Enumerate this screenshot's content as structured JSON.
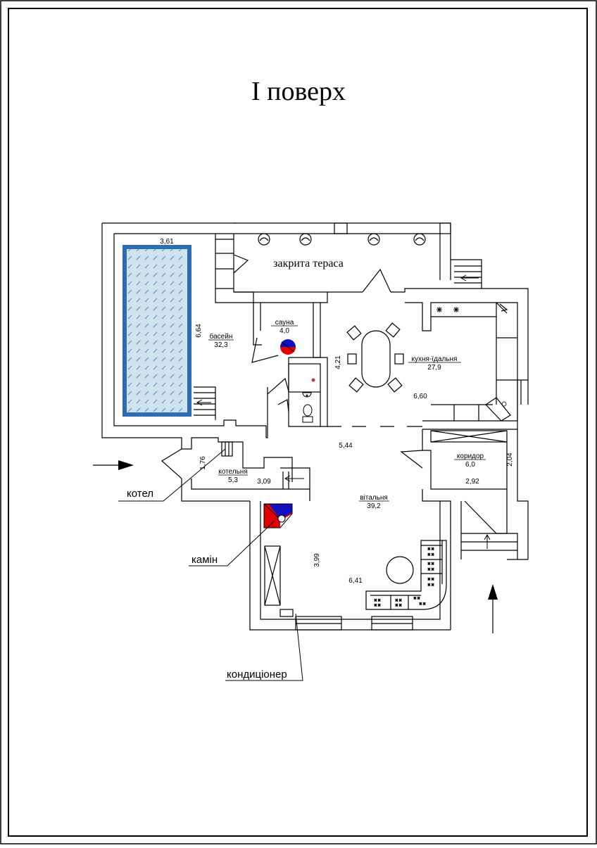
{
  "title": "І поверх",
  "rooms": {
    "terrace": {
      "name": "закрита тераса"
    },
    "sauna": {
      "name": "сауна",
      "area": "4,0"
    },
    "pool": {
      "name": "басейн",
      "area": "32,3"
    },
    "kitchen": {
      "name": "кухня-їдальня",
      "area": "27,9"
    },
    "boiler_room": {
      "name": "котельня",
      "area": "5,3"
    },
    "living": {
      "name": "вітальня",
      "area": "39,2"
    },
    "corridor": {
      "name": "коридор",
      "area": "6,0"
    }
  },
  "dimensions": {
    "pool_width": "3,61",
    "pool_length": "6,64",
    "kitchen_height": "4,21",
    "kitchen_width": "6,60",
    "living_width_top": "5,44",
    "boiler_height": "1,76",
    "boiler_width": "3,09",
    "corridor_height": "2,04",
    "corridor_width": "2,92",
    "living_height": "3,99",
    "living_width": "6,41"
  },
  "callouts": {
    "boiler": "котел",
    "fireplace": "камін",
    "air_conditioner": "кондиціонер"
  },
  "colors": {
    "pool_water": "#cfe3ee",
    "pool_border": "#2f6db3",
    "fireplace_red": "#e00000",
    "fireplace_blue": "#1010c0"
  }
}
